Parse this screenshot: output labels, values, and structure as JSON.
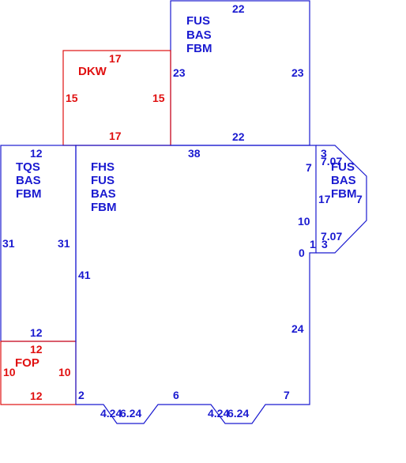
{
  "colors": {
    "blue": "#1a1ad0",
    "red": "#e01010",
    "background": "#ffffff"
  },
  "areas": {
    "upper": {
      "codes": [
        "FUS",
        "BAS",
        "FBM"
      ],
      "dims": {
        "top": "22",
        "bottom": "22",
        "left": "23",
        "right": "23"
      }
    },
    "dkw": {
      "code": "DKW",
      "dims": {
        "top": "17",
        "bottom": "17",
        "left": "15",
        "right": "15"
      }
    },
    "main": {
      "codes": [
        "FHS",
        "FUS",
        "BAS",
        "FBM"
      ],
      "dims": {
        "top": "38",
        "left": "41",
        "right_upper": "7",
        "right_mid": "10",
        "right_jog": "0",
        "right_lower": "24",
        "bottom_left": "2",
        "bottom_mid": "6",
        "bottom_right": "7"
      }
    },
    "left_wing": {
      "codes": [
        "TQS",
        "BAS",
        "FBM"
      ],
      "dims": {
        "top": "12",
        "bottom": "12",
        "left": "31",
        "right": "31"
      }
    },
    "fop": {
      "code": "FOP",
      "dims": {
        "top": "12",
        "bottom": "12",
        "left": "10",
        "right": "10"
      }
    },
    "bay_right": {
      "codes": [
        "FUS",
        "BAS",
        "FBM"
      ],
      "dims": {
        "top": "3",
        "diag_top": "7.07",
        "left": "17",
        "right": "7",
        "diag_bottom": "7.07",
        "bottom_a": "1",
        "bottom_b": "3"
      }
    },
    "bays_bottom": {
      "left": {
        "a": "4.24",
        "b": "6.24"
      },
      "right": {
        "a": "4.24",
        "b": "6.24"
      }
    }
  }
}
